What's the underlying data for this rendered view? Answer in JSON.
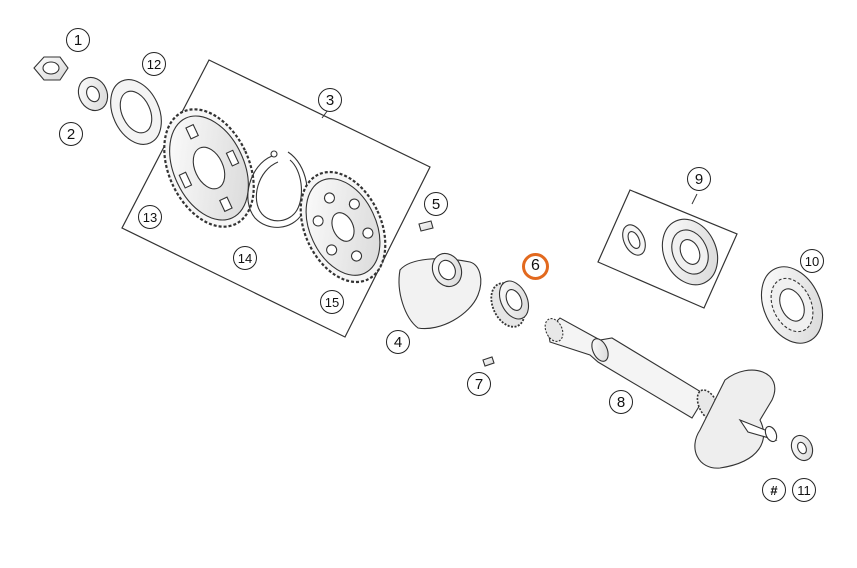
{
  "callouts": {
    "c1": "1",
    "c2": "2",
    "c3": "3",
    "c4": "4",
    "c5": "5",
    "c6": "6",
    "c7": "7",
    "c8": "8",
    "c9": "9",
    "c10": "10",
    "c11": "11",
    "c12": "12",
    "c13": "13",
    "c14": "14",
    "c15": "15",
    "hash": "#"
  },
  "colors": {
    "highlight": "#e2691e",
    "line": "#333333",
    "part_fill": "#f2f2f2"
  }
}
